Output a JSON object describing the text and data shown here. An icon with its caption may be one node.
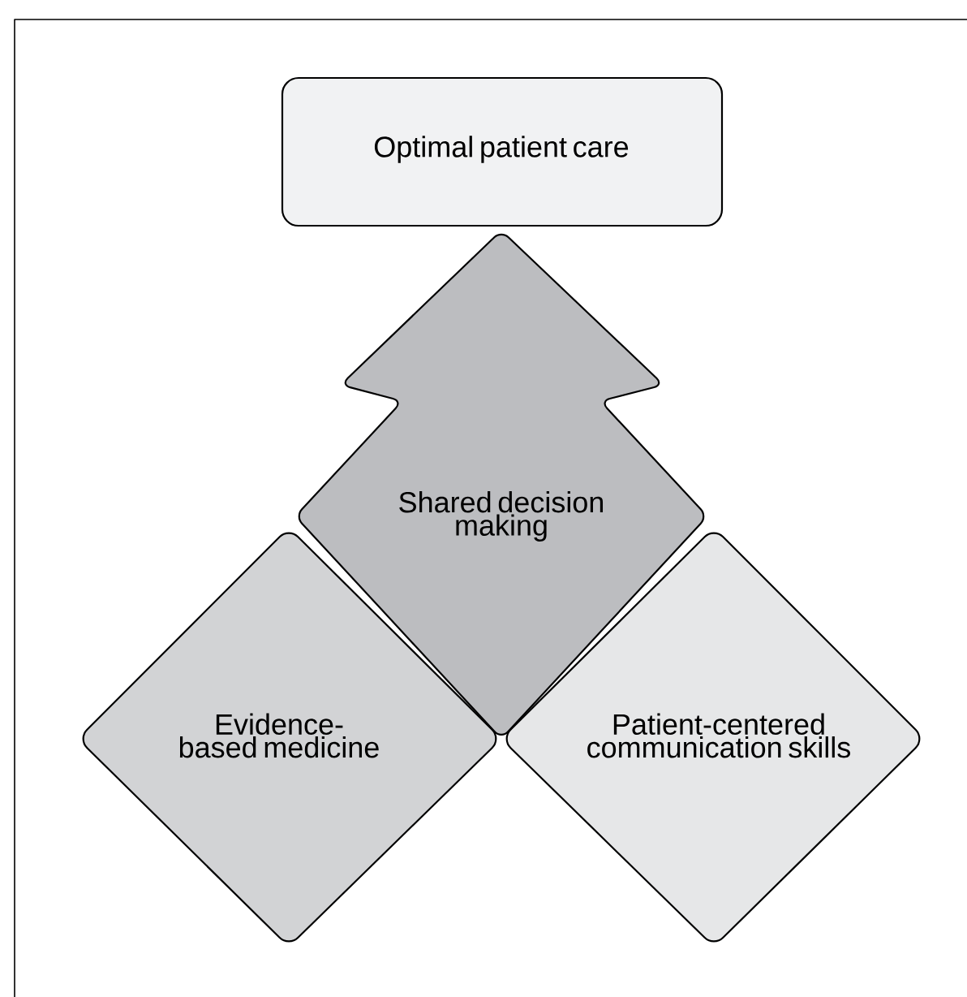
{
  "diagram": {
    "nodes": [
      {
        "text": [
          "Optimal patient care"
        ]
      },
      {
        "text": [
          "Shared decision making"
        ]
      },
      {
        "text": [
          "Evidence-based medicine"
        ]
      },
      {
        "text": [
          "Patient-centered communication skills"
        ]
      }
    ]
  }
}
